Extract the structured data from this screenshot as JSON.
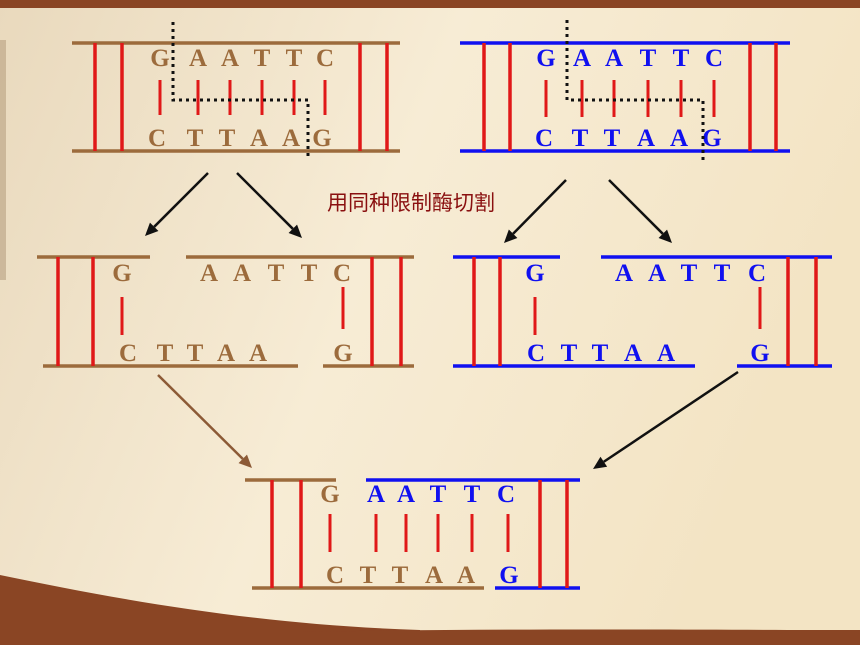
{
  "caption": "用同种限制酶切割",
  "colors": {
    "brown": "#9c6b3c",
    "blue": "#1010f0",
    "red": "#e01818",
    "caption": "#8a1010",
    "arrow_dark": "#111111",
    "arrow_brown": "#8c5a36"
  },
  "diagram": {
    "top_left": {
      "top": [
        "G",
        "A",
        "A",
        "T",
        "T",
        "C"
      ],
      "bottom": [
        "C",
        "T",
        "T",
        "A",
        "A",
        "G"
      ]
    },
    "top_right": {
      "top": [
        "G",
        "A",
        "A",
        "T",
        "T",
        "C"
      ],
      "bottom": [
        "C",
        "T",
        "T",
        "A",
        "A",
        "G"
      ]
    },
    "mid_left": {
      "left_top": "G",
      "left_bottom": [
        "C",
        "T",
        "T",
        "A",
        "A"
      ],
      "right_top": [
        "A",
        "A",
        "T",
        "T",
        "C"
      ],
      "right_bottom": "G"
    },
    "mid_right": {
      "left_top": "G",
      "left_bottom": [
        "C",
        "T",
        "T",
        "A",
        "A"
      ],
      "right_top": [
        "A",
        "A",
        "T",
        "T",
        "C"
      ],
      "right_bottom": "G"
    },
    "bottom": {
      "top_brown": "G",
      "top_blue": [
        "A",
        "A",
        "T",
        "T",
        "C"
      ],
      "bottom_brown": [
        "C",
        "T",
        "T",
        "A",
        "A"
      ],
      "bottom_blue": "G"
    }
  }
}
